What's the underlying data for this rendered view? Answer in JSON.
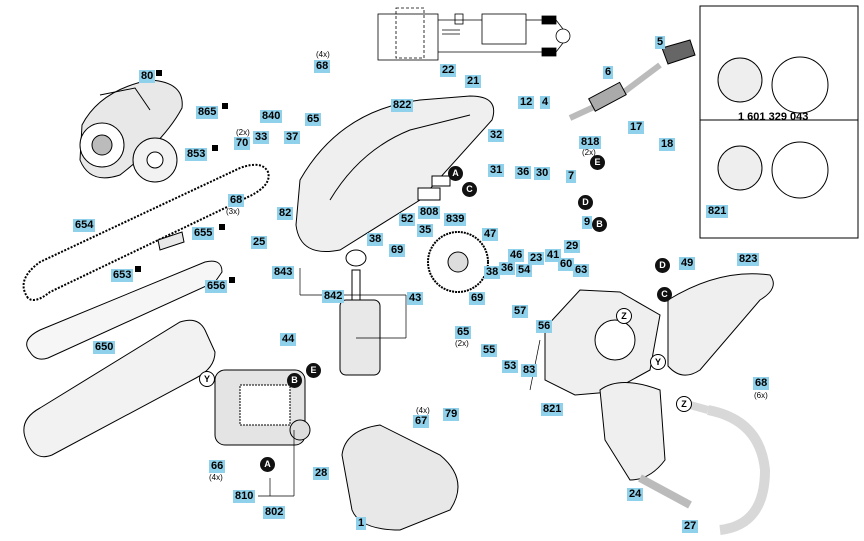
{
  "labels": {
    "l80": "80",
    "l865": "865",
    "l853": "853",
    "l68a": "68",
    "l65a": "65",
    "l822": "822",
    "l22": "22",
    "l21": "21",
    "l12": "12",
    "l4": "4",
    "l5": "5",
    "l6": "6",
    "l840": "840",
    "l33": "33",
    "l37": "37",
    "l70": "70",
    "l82": "82",
    "l68b": "68",
    "l25": "25",
    "l654": "654",
    "l655": "655",
    "l653": "653",
    "l656": "656",
    "l32": "32",
    "l31": "31",
    "l818": "818",
    "l17": "17",
    "l18": "18",
    "l36a": "36",
    "l30": "30",
    "l808": "808",
    "l839": "839",
    "l52": "52",
    "l35": "35",
    "l38a": "38",
    "l69a": "69",
    "l47": "47",
    "l7": "7",
    "l9": "9",
    "l29": "29",
    "l46": "46",
    "l23": "23",
    "l41": "41",
    "l60": "60",
    "l63": "63",
    "l38b": "38",
    "l36b": "36",
    "l54": "54",
    "l69b": "69",
    "l57": "57",
    "l56": "56",
    "l843": "843",
    "l842": "842",
    "l43": "43",
    "l44": "44",
    "l65b": "65",
    "l55": "55",
    "l53": "53",
    "l83": "83",
    "l821a": "821",
    "l49": "49",
    "l823": "823",
    "l68c": "68",
    "l650": "650",
    "l66": "66",
    "l810": "810",
    "l802": "802",
    "l28": "28",
    "l67": "67",
    "l79": "79",
    "l1": "1",
    "l24": "24",
    "l27": "27",
    "l821b": "821"
  },
  "notes": {
    "n4x_a": "(4x)",
    "n2x_a": "(2x)",
    "n3x": "(3x)",
    "n2x_b": "(2x)",
    "n2x_c": "(2x)",
    "n4x_b": "(4x)",
    "n4x_c": "(4x)",
    "n6x": "(6x)"
  },
  "callouts": {
    "A1": "A",
    "C1": "C",
    "E1": "E",
    "D1": "D",
    "B1": "B",
    "D2": "D",
    "C2": "C",
    "Z1": "Z",
    "Y1": "Y",
    "Y2": "Y",
    "B2": "B",
    "E2": "E",
    "A2": "A",
    "Z2": "Z"
  },
  "inset_part_number": "1 601 329 043"
}
